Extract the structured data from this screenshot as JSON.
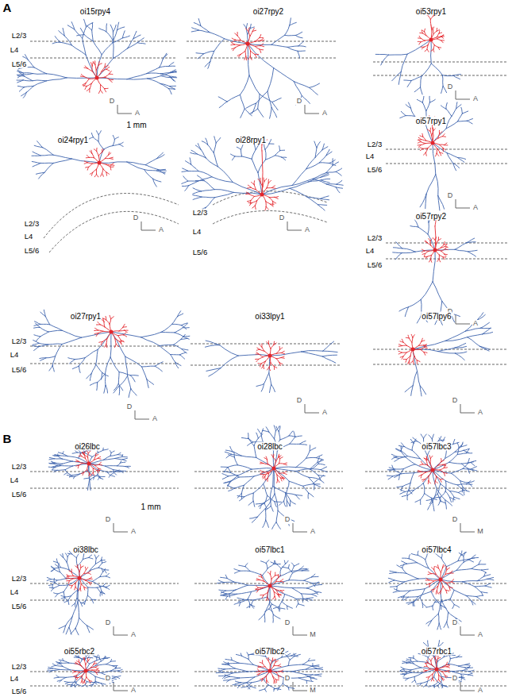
{
  "diagram": {
    "labels": [
      "A",
      "oi15rpy4",
      "L2/3",
      "L4",
      "L5/6",
      "D",
      "A",
      "1 mm",
      "oi27rpy2",
      "D",
      "A",
      "oi53rpy1",
      "D",
      "A",
      "oi24rpy1",
      "L2/3",
      "L4",
      "L5/6",
      "D",
      "A",
      "oi28rpy1",
      "L2/3",
      "L4",
      "L5/6",
      "D",
      "A",
      "oi57rpy1",
      "L2/3",
      "L4",
      "L5/6",
      "D",
      "A",
      "oi57rpy2",
      "L2/3",
      "L4",
      "L5/6",
      "D",
      "A",
      "oi27rpy1",
      "L2/3",
      "L4",
      "L5/6",
      "D",
      "A",
      "oi33lpy1",
      "D",
      "A",
      "oi57lpy6",
      "D",
      "A",
      "B",
      "oi26lbc",
      "L2/3",
      "L4",
      "L5/6",
      "D",
      "A",
      "1 mm",
      "oi28lbc",
      "D",
      "A",
      "oi57lbc3",
      "D",
      "M",
      "oi38lbc",
      "L2/3",
      "L4",
      "L5/6",
      "D",
      "A",
      "oi57lbc1",
      "D",
      "M",
      "oi57lbc4",
      "D",
      "A",
      "oi55rbc2",
      "L2/3",
      "L4",
      "L5/6",
      "D",
      "A",
      "oi57lbc2",
      "D",
      "M",
      "oi57rbc1",
      "D",
      "A"
    ]
  }
}
